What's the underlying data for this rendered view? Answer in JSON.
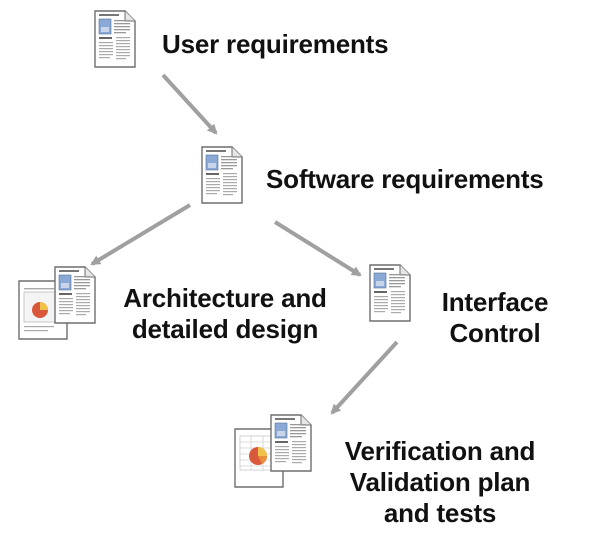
{
  "diagram": {
    "nodes": [
      {
        "id": "user-requirements",
        "icon": "single-document-icon",
        "lines": [
          "User requirements"
        ]
      },
      {
        "id": "software-requirements",
        "icon": "single-document-icon",
        "lines": [
          "Software requirements"
        ]
      },
      {
        "id": "architecture-design",
        "icon": "stacked-document-icon",
        "lines": [
          "Architecture and",
          "detailed design"
        ]
      },
      {
        "id": "interface-control",
        "icon": "single-document-icon",
        "lines": [
          "Interface",
          "Control"
        ]
      },
      {
        "id": "verification-validation",
        "icon": "stacked-document-chart-icon",
        "lines": [
          "Verification and",
          "Validation plan",
          "and tests"
        ]
      }
    ],
    "edges": [
      {
        "from": "user-requirements",
        "to": "software-requirements"
      },
      {
        "from": "software-requirements",
        "to": "architecture-design"
      },
      {
        "from": "software-requirements",
        "to": "interface-control"
      },
      {
        "from": "interface-control",
        "to": "verification-validation"
      }
    ],
    "colors": {
      "arrow": "#a0a0a0",
      "text": "#111111"
    }
  }
}
